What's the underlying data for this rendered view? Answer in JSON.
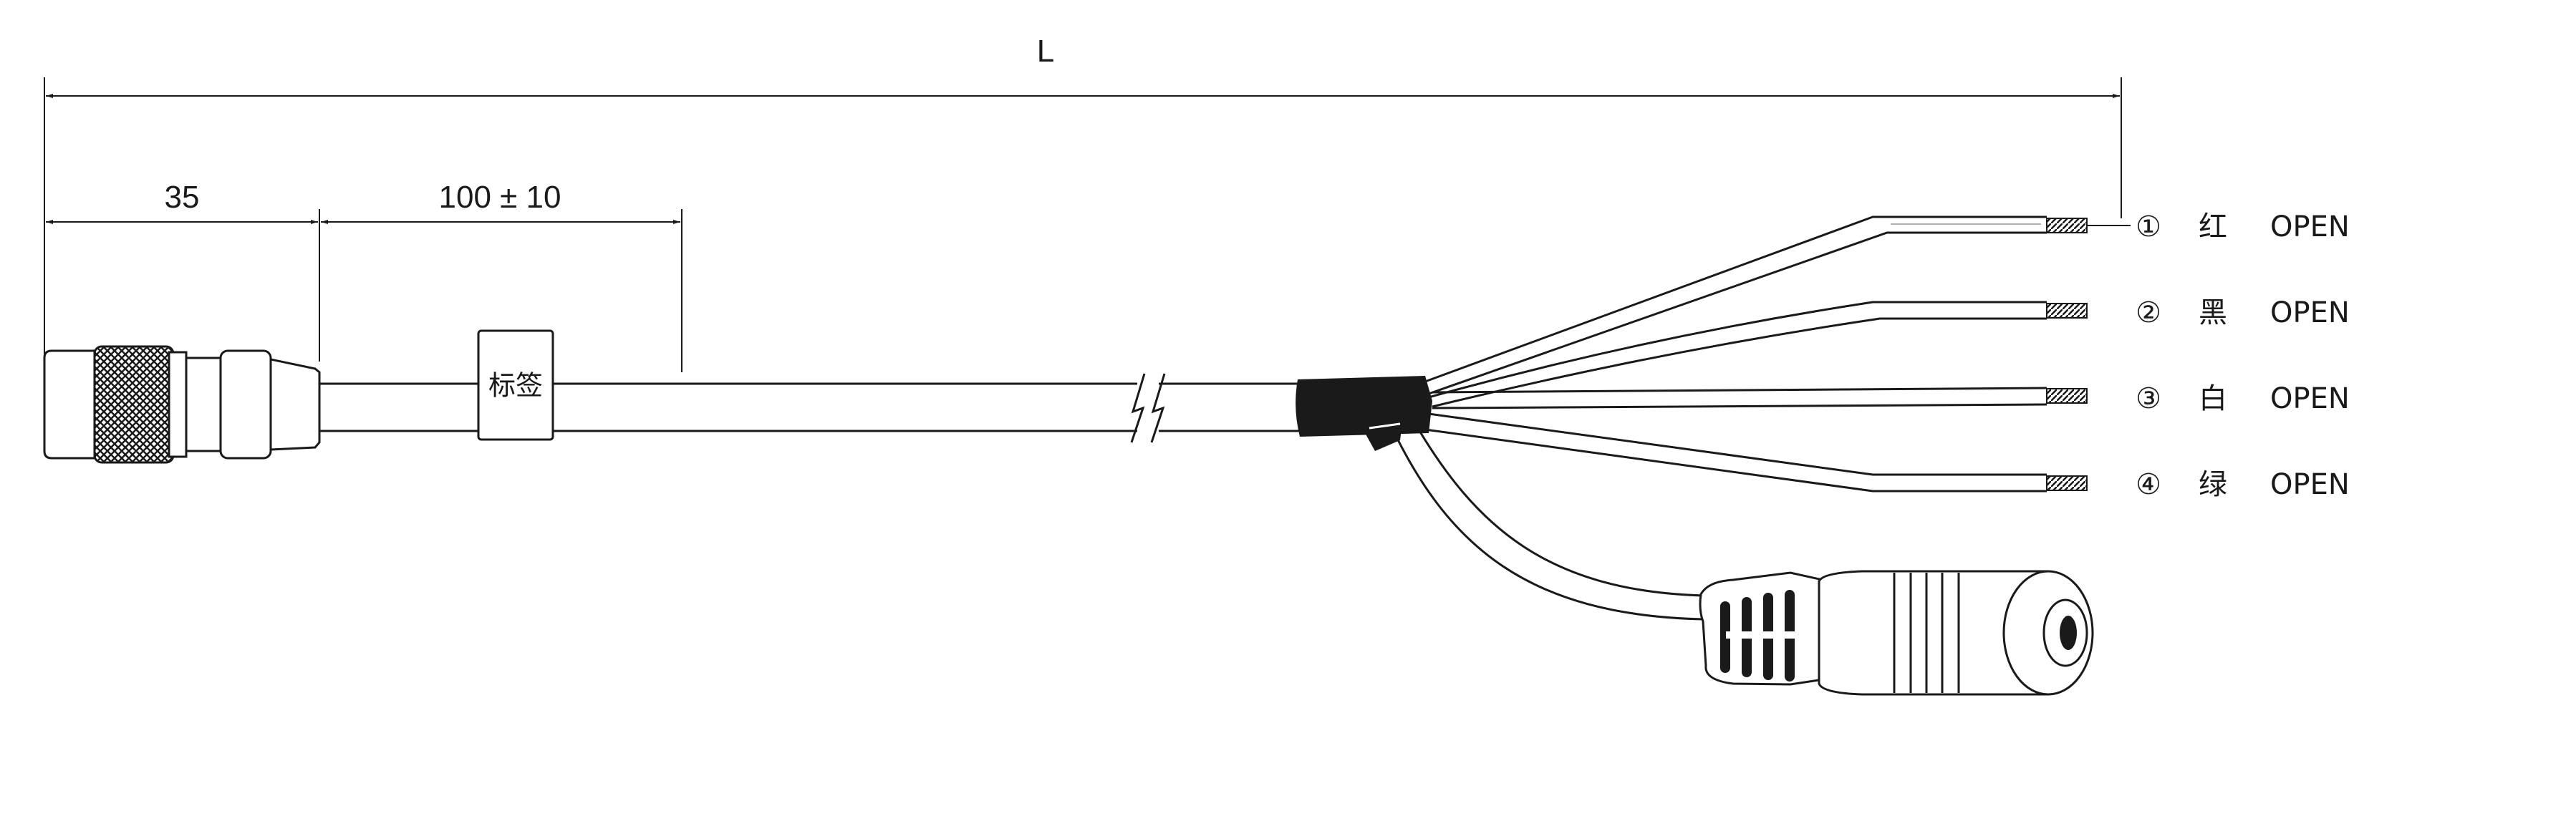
{
  "dimensions": {
    "total_length": "L",
    "connector_length": "35",
    "label_distance": "100 ± 10"
  },
  "label_tag": "标签",
  "wires": [
    {
      "number": "①",
      "color_name": "红",
      "state": "OPEN"
    },
    {
      "number": "②",
      "color_name": "黑",
      "state": "OPEN"
    },
    {
      "number": "③",
      "color_name": "白",
      "state": "OPEN"
    },
    {
      "number": "④",
      "color_name": "绿",
      "state": "OPEN"
    }
  ],
  "colors": {
    "line": "#1a1a1a",
    "background": "#ffffff"
  }
}
